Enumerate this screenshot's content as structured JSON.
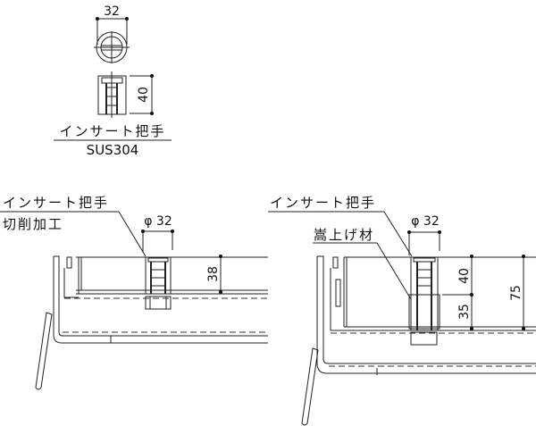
{
  "detail": {
    "width_dim": "32",
    "height_dim": "40",
    "part_name": "インサート把手",
    "material": "SUS304"
  },
  "left_section": {
    "label_line1": "インサート把手",
    "label_line2": "切削加工",
    "diameter_dim": "φ 32",
    "height_dim": "38"
  },
  "right_section": {
    "label_insert": "インサート把手",
    "label_spacer": "嵩上げ材",
    "diameter_dim": "φ 32",
    "upper_dim": "40",
    "lower_dim": "35",
    "total_dim": "75"
  }
}
